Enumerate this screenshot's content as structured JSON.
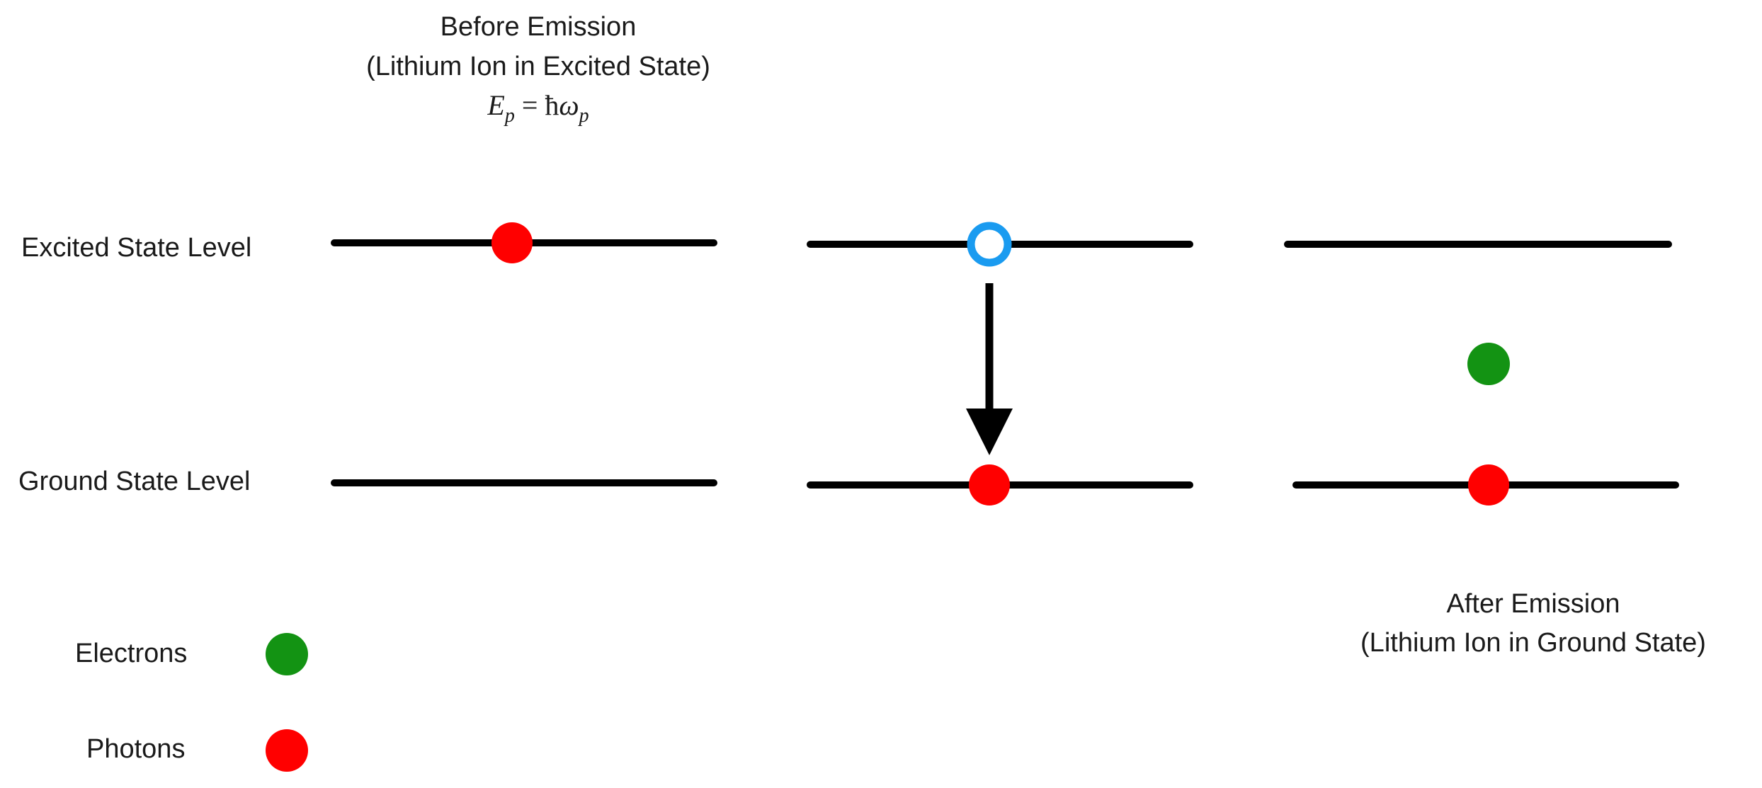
{
  "titles": {
    "before": {
      "line1": "Before Emission",
      "line2": "(Lithium Ion in Excited State)",
      "formula": {
        "E": "E",
        "p1": "p",
        "equals": " = ",
        "hbar": "ħ",
        "omega": "ω",
        "p2": "p"
      }
    },
    "after": {
      "line1": "After Emission",
      "line2": "(Lithium Ion in Ground State)"
    }
  },
  "levels": {
    "excited": "Excited State Level",
    "ground": "Ground State Level"
  },
  "legend": {
    "electrons": "Electrons",
    "photons": "Photons"
  },
  "colors": {
    "electron": "#139313",
    "photon": "#ff0000",
    "vacancy": "#1a9bf0",
    "line": "#000000"
  }
}
